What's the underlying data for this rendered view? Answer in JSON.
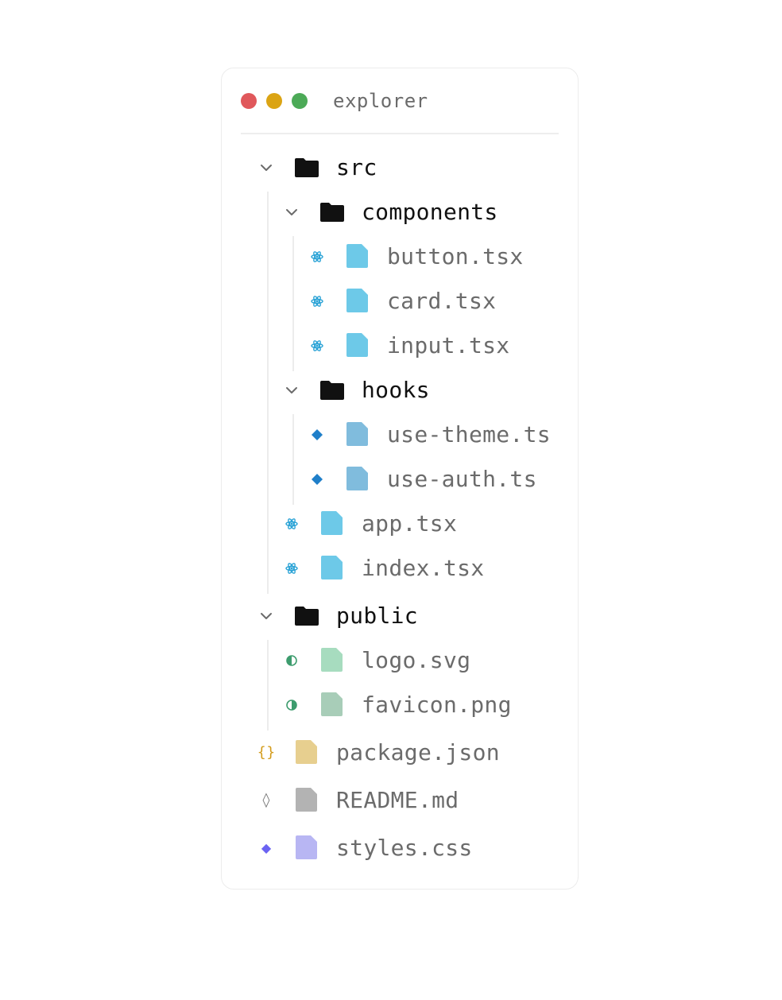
{
  "window": {
    "title": "explorer",
    "controls": [
      "close",
      "minimize",
      "maximize"
    ]
  },
  "colors": {
    "close": "#e0585b",
    "minimize": "#dba414",
    "maximize": "#4caa57",
    "folder": "#111111",
    "tsx_file": "#6dc9e8",
    "ts_file": "#80bcdd",
    "svg_file": "#a7dcbf",
    "png_file": "#a8cdb8",
    "json_file": "#e7cf8f",
    "md_file": "#b3b3b3",
    "css_file": "#b8b6f3"
  },
  "tree": [
    {
      "type": "folder",
      "name": "src",
      "expanded": true,
      "icon": "chevron-down-icon"
    },
    {
      "type": "folder",
      "name": "components",
      "expanded": true,
      "icon": "chevron-down-icon"
    },
    {
      "type": "file",
      "name": "button.tsx",
      "icon": "react-icon"
    },
    {
      "type": "file",
      "name": "card.tsx",
      "icon": "react-icon"
    },
    {
      "type": "file",
      "name": "input.tsx",
      "icon": "react-icon"
    },
    {
      "type": "folder",
      "name": "hooks",
      "expanded": true,
      "icon": "chevron-down-icon"
    },
    {
      "type": "file",
      "name": "use-theme.ts",
      "icon": "typescript-diamond-icon"
    },
    {
      "type": "file",
      "name": "use-auth.ts",
      "icon": "typescript-diamond-icon"
    },
    {
      "type": "file",
      "name": "app.tsx",
      "icon": "react-icon"
    },
    {
      "type": "file",
      "name": "index.tsx",
      "icon": "react-icon"
    },
    {
      "type": "folder",
      "name": "public",
      "expanded": true,
      "icon": "chevron-down-icon"
    },
    {
      "type": "file",
      "name": "logo.svg",
      "icon": "half-circle-icon"
    },
    {
      "type": "file",
      "name": "favicon.png",
      "icon": "half-circle-icon"
    },
    {
      "type": "file",
      "name": "package.json",
      "icon": "braces-icon",
      "badge": "{}"
    },
    {
      "type": "file",
      "name": "README.md",
      "icon": "lozenge-icon",
      "badge": "◊"
    },
    {
      "type": "file",
      "name": "styles.css",
      "icon": "css-diamond-icon",
      "badge": "◆"
    }
  ]
}
